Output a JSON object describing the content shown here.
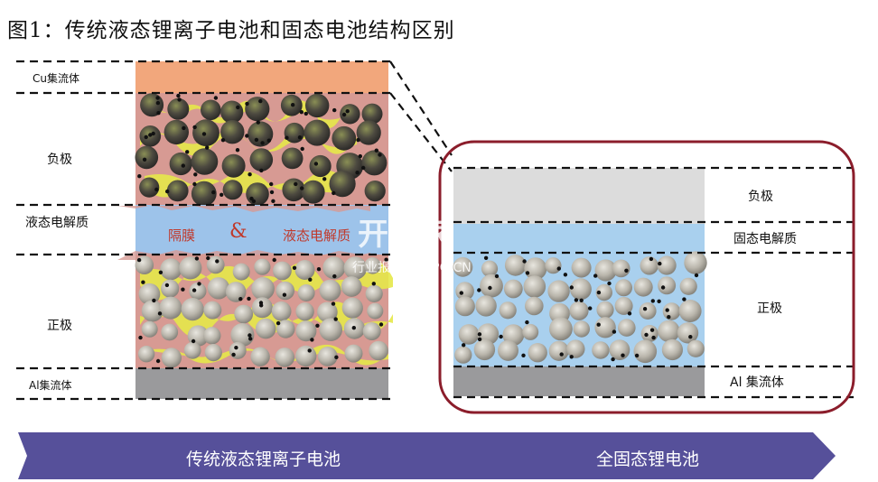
{
  "title": "图1：传统液态锂离子电池和固态电池结构区别",
  "left": {
    "labels": {
      "cu": "Cu集流体",
      "anode": "负极",
      "electrolyte": "液态电解质",
      "cathode": "正极",
      "al": "Al集流体"
    },
    "separator": "隔膜",
    "amp": "&",
    "liquid_electrolyte": "液态电解质"
  },
  "right": {
    "labels": {
      "anode": "负极",
      "solid_electrolyte": "固态电解质",
      "cathode": "正极",
      "al": "Al 集流体"
    }
  },
  "banner": {
    "left": "传统液态锂离子电池",
    "right": "全固态锂电池"
  },
  "watermark": {
    "brand": "开购家",
    "sub": "行业报告 IPOIPO.CN"
  },
  "colors": {
    "cu_layer": "#f2a77c",
    "al_layer": "#9a9a9c",
    "anode_bg": "#d79a93",
    "electrolyte_blue": "#9dc3ea",
    "solid_blue": "#a9d0ee",
    "anode_solid": "#dcdcdc",
    "frame": "#8b1d2b",
    "banner": "#56509a"
  }
}
